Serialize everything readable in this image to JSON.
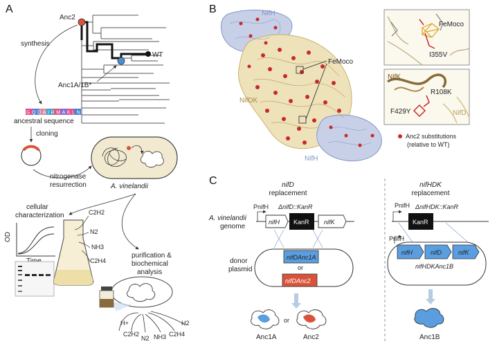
{
  "panels": {
    "a": "A",
    "b": "B",
    "c": "C"
  },
  "panel_a": {
    "anc2": "Anc2",
    "wt": "WT",
    "anc1a1b": "Anc1A/1B*",
    "synthesis": "synthesis",
    "ancestral_sequence": "ancestral sequence",
    "seq_letters": "GQDAIRMAKLNI",
    "cloning": "cloning",
    "nitrogenase_resurrection_1": "nitrogenase",
    "nitrogenase_resurrection_2": "resurrection",
    "organism": "A. vinelandii",
    "cellular_1": "cellular",
    "cellular_2": "characterization",
    "od": "OD",
    "time": "Time",
    "c2h2": "C2H2",
    "n2": "N2",
    "nh3": "NH3",
    "c2h4": "C2H4",
    "purif_1": "purification &",
    "purif_2": "biochemical",
    "purif_3": "analysis",
    "hplus": "H+",
    "h2": "H2"
  },
  "panel_b": {
    "nifh_top": "NifH",
    "nifh_bottom": "NifH",
    "nifdk": "NifDK",
    "femoco": "FeMoco",
    "femoco_inset": "FeMoco",
    "i355v": "I355V",
    "nifk": "NifK",
    "nifd": "NifD",
    "r108k": "R108K",
    "f429y": "F429Y",
    "legend_1": "Anc2 substitutions",
    "legend_2": "(relative to WT)"
  },
  "panel_c": {
    "nifd_title_1": "nifD",
    "nifd_title_2": "replacement",
    "nifhdk_title_1": "nifHDK",
    "nifhdk_title_2": "replacement",
    "genome_1": "A. vinelandii",
    "genome_2": "genome",
    "pnifh_left": "PnifH",
    "pnifh_right": "PnifH",
    "pnifh_plasmid": "PnifH",
    "delta_nifd": "ΔnifD::KanR",
    "delta_nifhdk": "ΔnifHDK::KanR",
    "nifh": "nifH",
    "kanr_left": "KanR",
    "kanr_right": "KanR",
    "nifk": "nifK",
    "nifd_anc1a": "nifDAnc1A",
    "or_1": "or",
    "nifd_anc2": "nifDAnc2",
    "donor_1": "donor",
    "donor_2": "plasmid",
    "p_nifh": "nifH",
    "p_nifd": "nifD",
    "p_nifk": "nifK",
    "nifhdk_anc1b": "nifHDKAnc1B",
    "or_2": "or",
    "anc1a": "Anc1A",
    "anc2_out": "Anc2",
    "anc1b": "Anc1B"
  },
  "colors": {
    "anc2_red": "#d9533a",
    "anc1_blue": "#4a90d9",
    "kanr_black": "#111111",
    "nifh_blue": "#7f95c7",
    "nifdk_tan": "#c9b06a"
  }
}
